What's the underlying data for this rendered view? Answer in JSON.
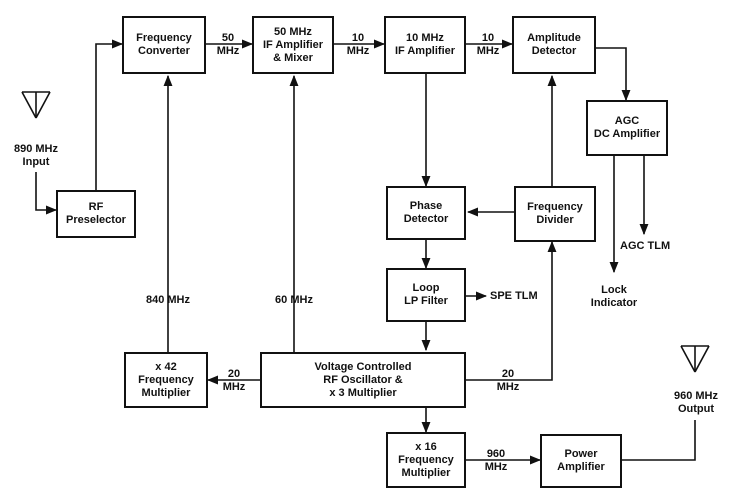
{
  "blocks": {
    "freq_converter": "Frequency\nConverter",
    "if50": "50 MHz\nIF Amplifier\n& Mixer",
    "if10": "10 MHz\nIF Amplifier",
    "amp_det": "Amplitude\nDetector",
    "agc": "AGC\nDC Amplifier",
    "rf_pre": "RF\nPreselector",
    "phase_det": "Phase\nDetector",
    "freq_div": "Frequency\nDivider",
    "loop": "Loop\nLP Filter",
    "x42": "x 42\nFrequency\nMultiplier",
    "vco": "Voltage Controlled\nRF Oscillator &\nx 3 Multiplier",
    "x16": "x 16\nFrequency\nMultiplier",
    "power_amp": "Power\nAmplifier"
  },
  "labels": {
    "input": "890 MHz\nInput",
    "output": "960 MHz\nOutput",
    "f50": "50\nMHz",
    "f10a": "10\nMHz",
    "f10b": "10\nMHz",
    "f840": "840 MHz",
    "f60": "60 MHz",
    "f20a": "20\nMHz",
    "f20b": "20\nMHz",
    "f960": "960\nMHz",
    "spe": "SPE TLM",
    "agc_tlm": "AGC TLM",
    "lock": "Lock\nIndicator"
  }
}
